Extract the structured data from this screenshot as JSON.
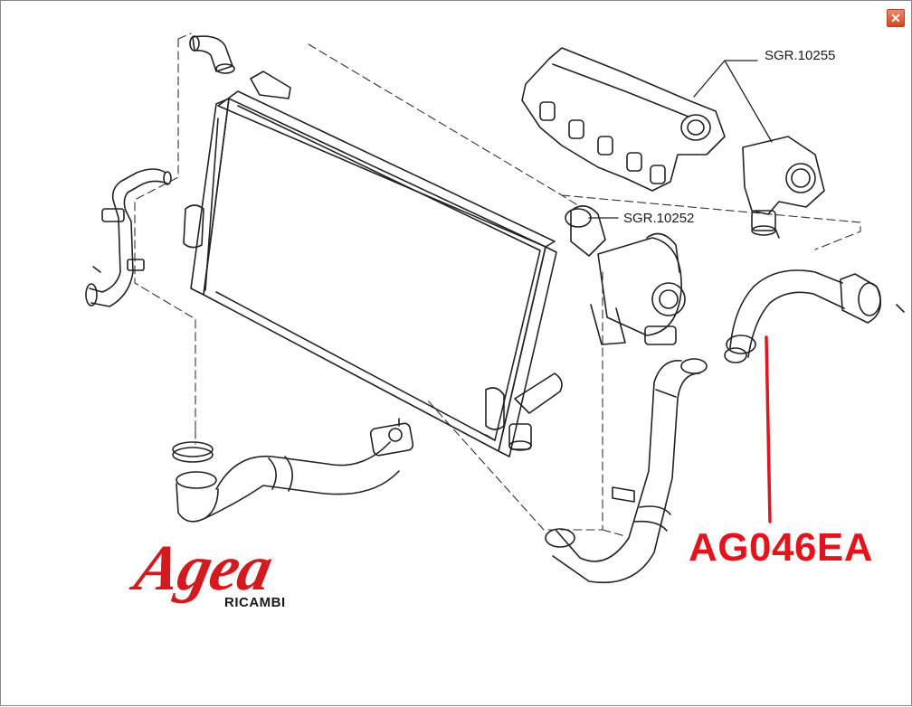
{
  "window": {
    "close_icon": "close-icon",
    "close_color": "#e06040"
  },
  "callouts": {
    "manifold_ref": "SGR.10255",
    "turbo_ref": "SGR.10252"
  },
  "highlight": {
    "part_code": "AG046EA",
    "color": "#e3141b"
  },
  "logo": {
    "brand": "Agea",
    "sub": "RICAMBI",
    "color": "#d21a1f"
  }
}
